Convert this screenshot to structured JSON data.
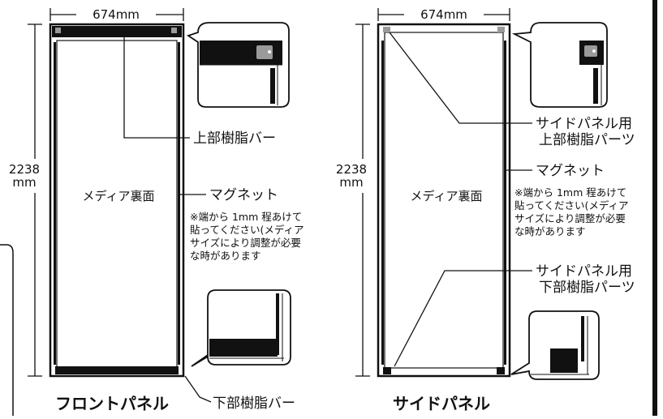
{
  "front": {
    "width_label": "674mm",
    "height_value": "2238",
    "height_unit": "mm",
    "media_label": "メディア裏面",
    "top_bar_label": "上部樹脂バー",
    "bottom_bar_label": "下部樹脂バー",
    "magnet_label": "マグネット",
    "note_lines": [
      "※端から 1mm 程あけて",
      "貼ってください(メディア",
      "サイズにより調整が必要",
      "な時があります"
    ],
    "title": "フロントパネル"
  },
  "side": {
    "width_label": "674mm",
    "height_value": "2238",
    "height_unit": "mm",
    "media_label": "メディア裏面",
    "upper_parts_lines": [
      "サイドパネル用",
      "上部樹脂パーツ"
    ],
    "lower_parts_lines": [
      "サイドパネル用",
      "下部樹脂パーツ"
    ],
    "magnet_label": "マグネット",
    "note_lines": [
      "※端から 1mm 程あけて",
      "貼ってください(メディア",
      "サイズにより調整が必要",
      "な時があります"
    ],
    "title": "サイドパネル"
  },
  "colors": {
    "ink": "#111111",
    "background": "#ffffff"
  }
}
